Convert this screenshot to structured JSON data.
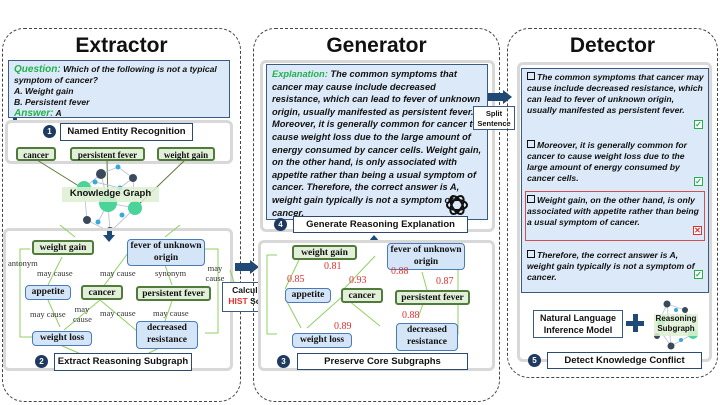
{
  "extractor": {
    "title": "Extractor",
    "question_label": "Question:",
    "question_text": "Which of the following is not a typical symptom of cancer?",
    "option_a": "A. Weight gain",
    "option_b": "B. Persistent fever",
    "answer_label": "Answer:",
    "answer_value": "A",
    "step1": {
      "number": "1",
      "label": "Named Entity Recognition"
    },
    "entities": [
      "cancer",
      "persistent fever",
      "weight gain"
    ],
    "knowledge_graph_label": "Knowledge Graph",
    "step2": {
      "number": "2",
      "label": "Extract Reasoning Subgraph"
    },
    "subgraph": {
      "nodes": [
        "weight gain",
        "fever of unknown origin",
        "appetite",
        "cancer",
        "persistent fever",
        "weight loss",
        "decreased resistance"
      ],
      "edge_labels": [
        "antonym",
        "may cause",
        "may cause",
        "synonym",
        "may cause",
        "may cause",
        "may cause",
        "may cause",
        "may cause",
        "may cause"
      ]
    }
  },
  "calc_box": {
    "line1": "Calculate",
    "highlight": "HIST",
    "line2": "Score"
  },
  "generator": {
    "title": "Generator",
    "explanation_label": "Explanation:",
    "explanation_text": "The common symptoms that cancer may cause include decreased resistance, which can lead to fever of unknown origin, usually manifested as persistent fever. Moreover, it is generally common for cancer to cause weight loss due to the large amount of energy consumed by cancer cells. Weight gain, on the other hand, is only associated with appetite rather than being a usual symptom of cancer.  Therefore, the correct answer is A, weight gain typically is not a symptom of cancer.",
    "step4": {
      "number": "4",
      "label": "Generate Reasoning Explanation"
    },
    "step3": {
      "number": "3",
      "label": "Preserve Core Subgraphs"
    },
    "scores": [
      "0.81",
      "0.85",
      "0.93",
      "0.88",
      "0.87",
      "0.88",
      "0.89"
    ],
    "nodes": [
      "weight gain",
      "fever of unknown origin",
      "appetite",
      "cancer",
      "persistent fever",
      "weight loss",
      "decreased resistance"
    ]
  },
  "split_box": {
    "line1": "Split",
    "line2": "Sentence"
  },
  "detector": {
    "title": "Detector",
    "sentences": [
      {
        "text": "The common symptoms that cancer may cause include decreased resistance, which can lead to fever of unknown origin, usually manifested as persistent fever.",
        "status": "correct"
      },
      {
        "text": "Moreover, it is generally common for cancer to cause weight loss due to the large amount of energy consumed by cancer cells.",
        "status": "correct"
      },
      {
        "text": "Weight gain, on the other hand, is only associated with appetite rather than being a usual symptom of cancer.",
        "status": "conflict"
      },
      {
        "text": "Therefore, the correct answer is A, weight gain  typically is not a symptom of cancer.",
        "status": "correct"
      }
    ],
    "nli_label": "Natural Language Inference Model",
    "plus": "+",
    "subgraph_label": "Reasoning Subgraph",
    "step5": {
      "number": "5",
      "label": "Detect Knowledge Conflict"
    },
    "check_glyph": "✓",
    "cross_glyph": "✕"
  },
  "colors": {
    "accent_green": "#22b14c",
    "accent_red": "#e03030",
    "navy": "#1f3a60"
  }
}
